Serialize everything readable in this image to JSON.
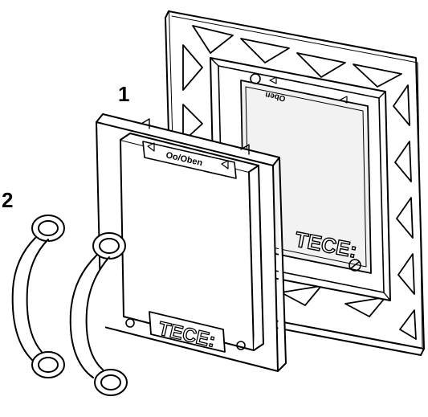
{
  "callouts": {
    "frame": "1",
    "grips": "2"
  },
  "brand": {
    "front": "TECE:",
    "back": "TECE:"
  },
  "labels": {
    "front_frame": "Oo/Oben",
    "back_frame": "Oben"
  },
  "colors": {
    "line": "#000000",
    "fill": "#ffffff",
    "screen": "#f2f2f2"
  }
}
